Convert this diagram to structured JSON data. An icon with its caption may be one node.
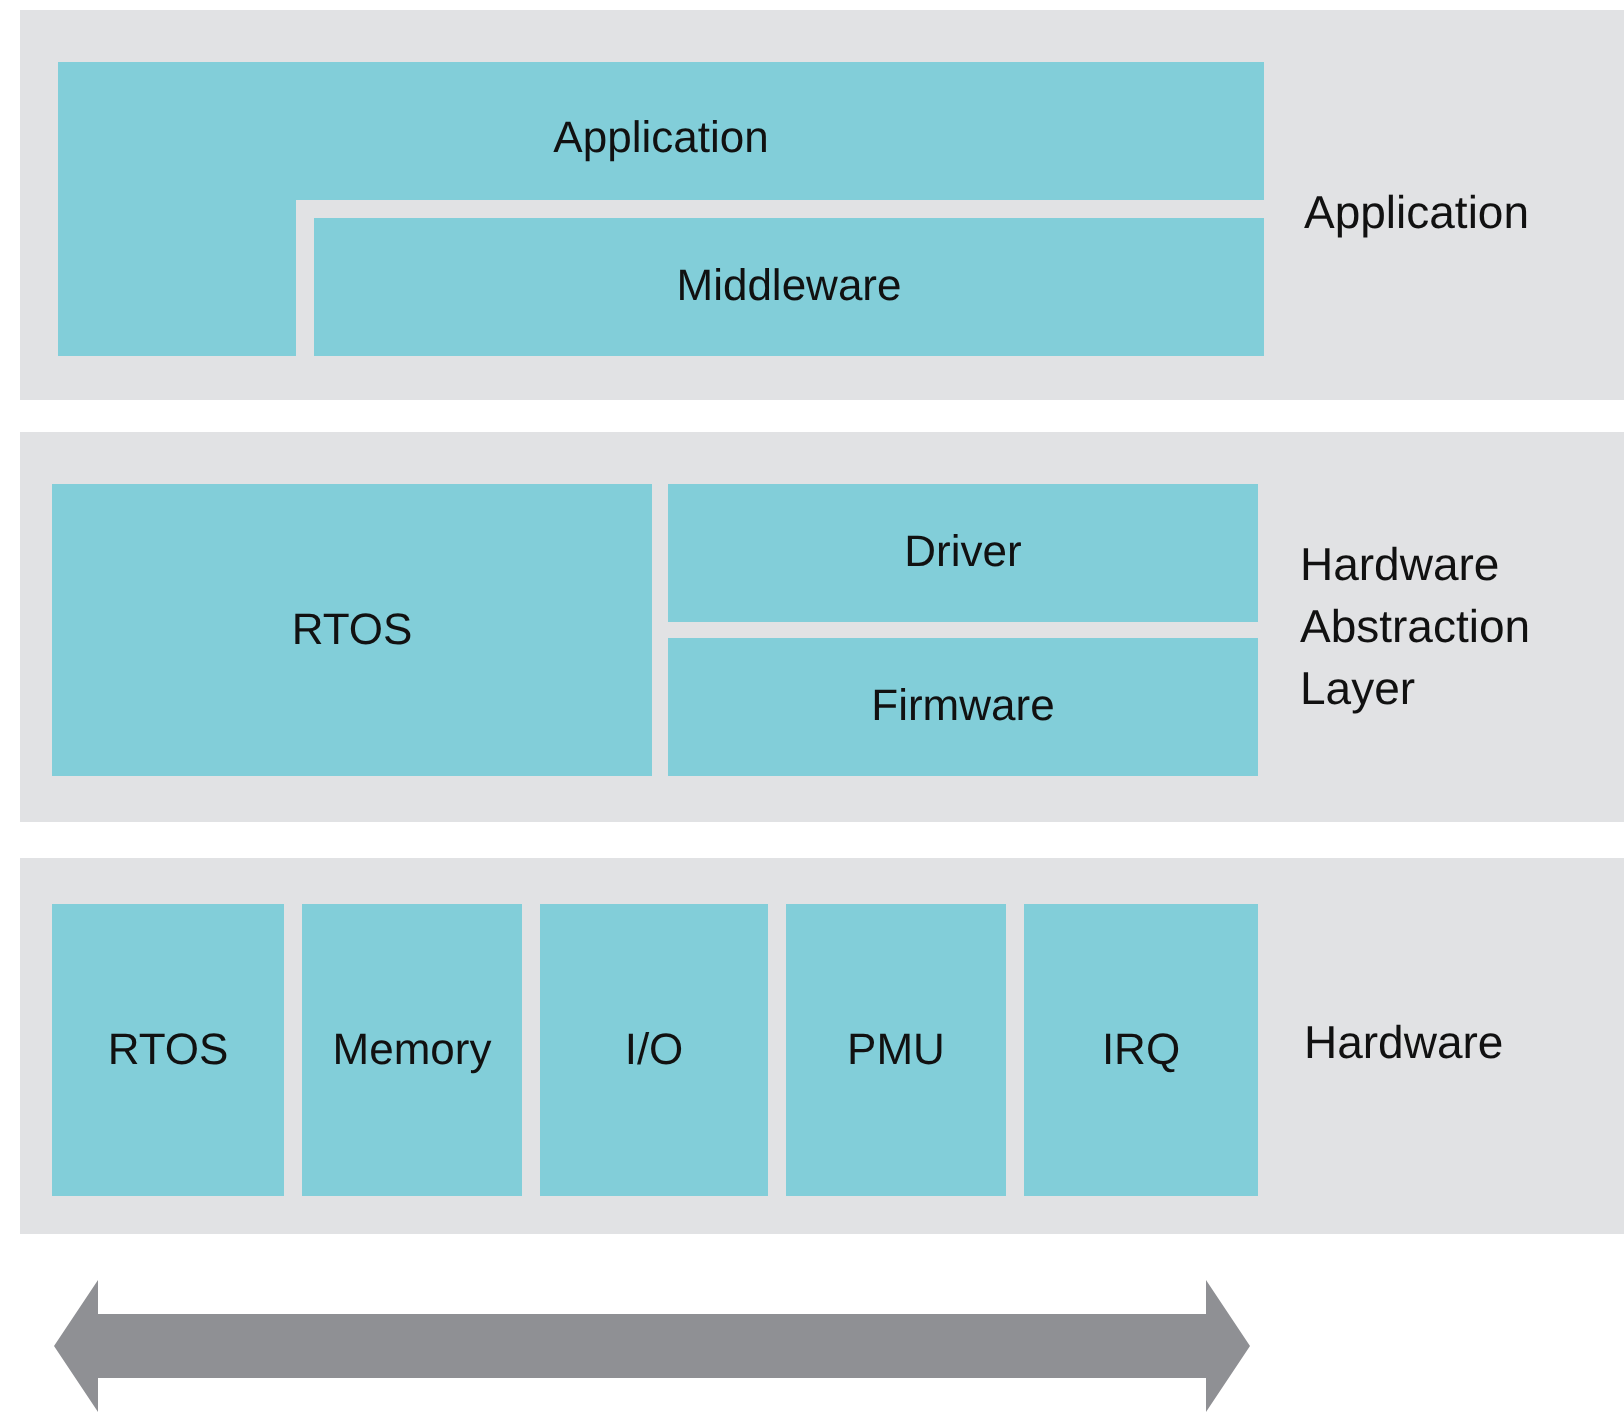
{
  "diagram": {
    "nodes": [
      {
        "text": [
          "Application"
        ]
      },
      {
        "text": [
          "Application"
        ],
        "in": 0
      },
      {
        "text": [
          "Middleware"
        ],
        "in": 0
      },
      {
        "text": [
          "Hardware Abstraction Layer"
        ]
      },
      {
        "text": [
          "RTOS"
        ],
        "in": 3
      },
      {
        "text": [
          "Driver"
        ],
        "in": 3
      },
      {
        "text": [
          "Firmware"
        ],
        "in": 3
      },
      {
        "text": [
          "Hardware"
        ]
      },
      {
        "text": [
          "RTOS"
        ],
        "in": 7
      },
      {
        "text": [
          "Memory"
        ],
        "in": 7
      },
      {
        "text": [
          "I/O"
        ],
        "in": 7
      },
      {
        "text": [
          "PMU"
        ],
        "in": 7
      },
      {
        "text": [
          "IRQ"
        ],
        "in": 7
      }
    ],
    "edges": []
  }
}
